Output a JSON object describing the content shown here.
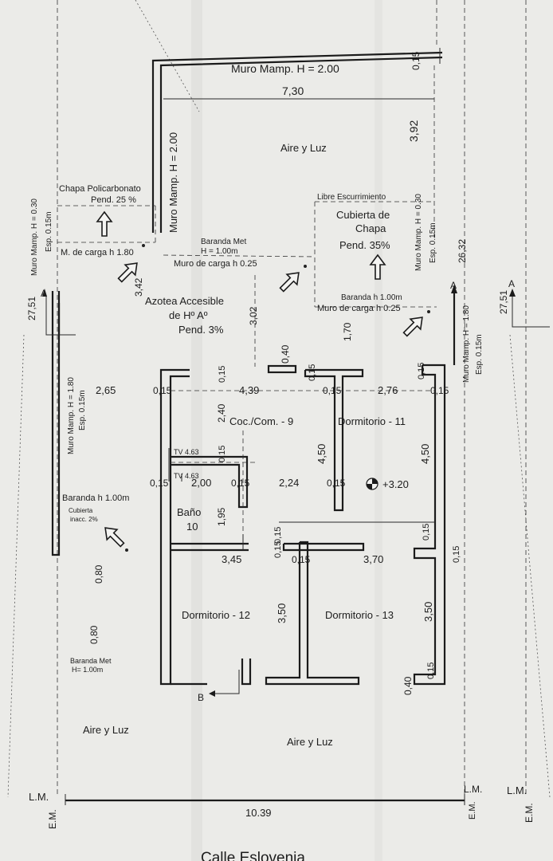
{
  "plan": {
    "street": "Calle Eslovenia",
    "top_wall": "Muro Mamp. H = 2.00",
    "top_wall_h": "0,15",
    "top_width": "7,30",
    "top_height": "3,92",
    "left_wall_v": "Muro Mamp. H = 2.00",
    "aire_luz_top": "Aire y Luz",
    "aire_luz_left": "Aire y Luz",
    "aire_luz_bottom": "Aire y Luz",
    "policarbonato_1": "Chapa Policarbonato",
    "policarbonato_2": "Pend. 25 %",
    "muro_left_1": "Muro Mamp. H = 0.30",
    "muro_left_2": "Esp. 0.15m",
    "muro_carga_180": "M. de carga h 1.80",
    "baranda_met": "Baranda Met",
    "baranda_h1": "H = 1.00m",
    "muro_carga_025a": "Muro de carga h 0.25",
    "libre_escurrimiento": "Libre Escurrimiento",
    "chapa_1": "Cubierta de",
    "chapa_2": "Chapa",
    "chapa_3": "Pend. 35%",
    "muro_right_1": "Muro Mamp. H = 0.30",
    "muro_right_2": "Esp. 0.15m",
    "dim_2632": "26,32",
    "baranda_100a": "Baranda h 1.00m",
    "muro_carga_025b": "Muro de carga h 0.25",
    "azotea_1": "Azotea Accesible",
    "azotea_2": "de Hº Aº",
    "azotea_3": "Pend. 3%",
    "dim_342": "3,42",
    "dim_302": "3,02",
    "dim_2751_left": "27,51",
    "dim_2751_right": "27,51",
    "section_a": "A",
    "section_b": "B",
    "dim_040": "0,40",
    "dim_170": "1,70",
    "dim_015_a": "0,15",
    "dim_015_b": "0,15",
    "dim_015_c": "0,15",
    "dim_015_d": "0,15",
    "dim_015_e": "0,15",
    "dim_015_f": "0,15",
    "dim_015_g": "0,15",
    "dim_015_h": "0,15",
    "dim_015_i": "0,15",
    "dim_015_j": "0,15",
    "dim_015_k": "0,15",
    "dim_015_l": "0,15",
    "dim_015_m": "0,15",
    "dim_015_n": "0,15",
    "dim_015_o": "0,15",
    "dim_015_p": "0,15",
    "dim_265": "2,65",
    "dim_439": "4,39",
    "dim_276": "2,76",
    "muro_right2_1": "Muro Mamp. H = 1.80",
    "muro_right2_2": "Esp. 0.15m",
    "muro_left2_1": "Muro Mamp. H = 1.80",
    "muro_left2_2": "Esp. 0.15m",
    "dim_240": "2,40",
    "coc_com": "Coc./Com. - 9",
    "dormitorio_11": "Dormitorio - 11",
    "dim_450a": "4,50",
    "dim_450b": "4,50",
    "tv_1": "TV 4.63",
    "tv_2": "TV 4.63",
    "dim_200": "2,00",
    "dim_224": "2,24",
    "level": "+3.20",
    "baranda_100b": "Baranda h 1.00m",
    "cubierta_inacc_1": "Cubierta",
    "cubierta_inacc_2": "inacc. 2%",
    "bano_1": "Baño",
    "bano_2": "10",
    "dim_195": "1,95",
    "dim_345": "3,45",
    "dim_370": "3,70",
    "dim_080a": "0,80",
    "dim_080b": "0,80",
    "baranda_met_2": "Baranda Met",
    "baranda_h2": "H= 1.00m",
    "dormitorio_12": "Dormitorio - 12",
    "dormitorio_13": "Dormitorio - 13",
    "dim_350a": "3,50",
    "dim_350b": "3,50",
    "dim_040b": "0,40",
    "lm_1": "L.M.",
    "lm_2": "L.M.",
    "lm_3": "L.M.",
    "em_1": "E.M.",
    "em_2": "E.M.",
    "em_3": "E.M.",
    "dim_1039": "10.39"
  }
}
